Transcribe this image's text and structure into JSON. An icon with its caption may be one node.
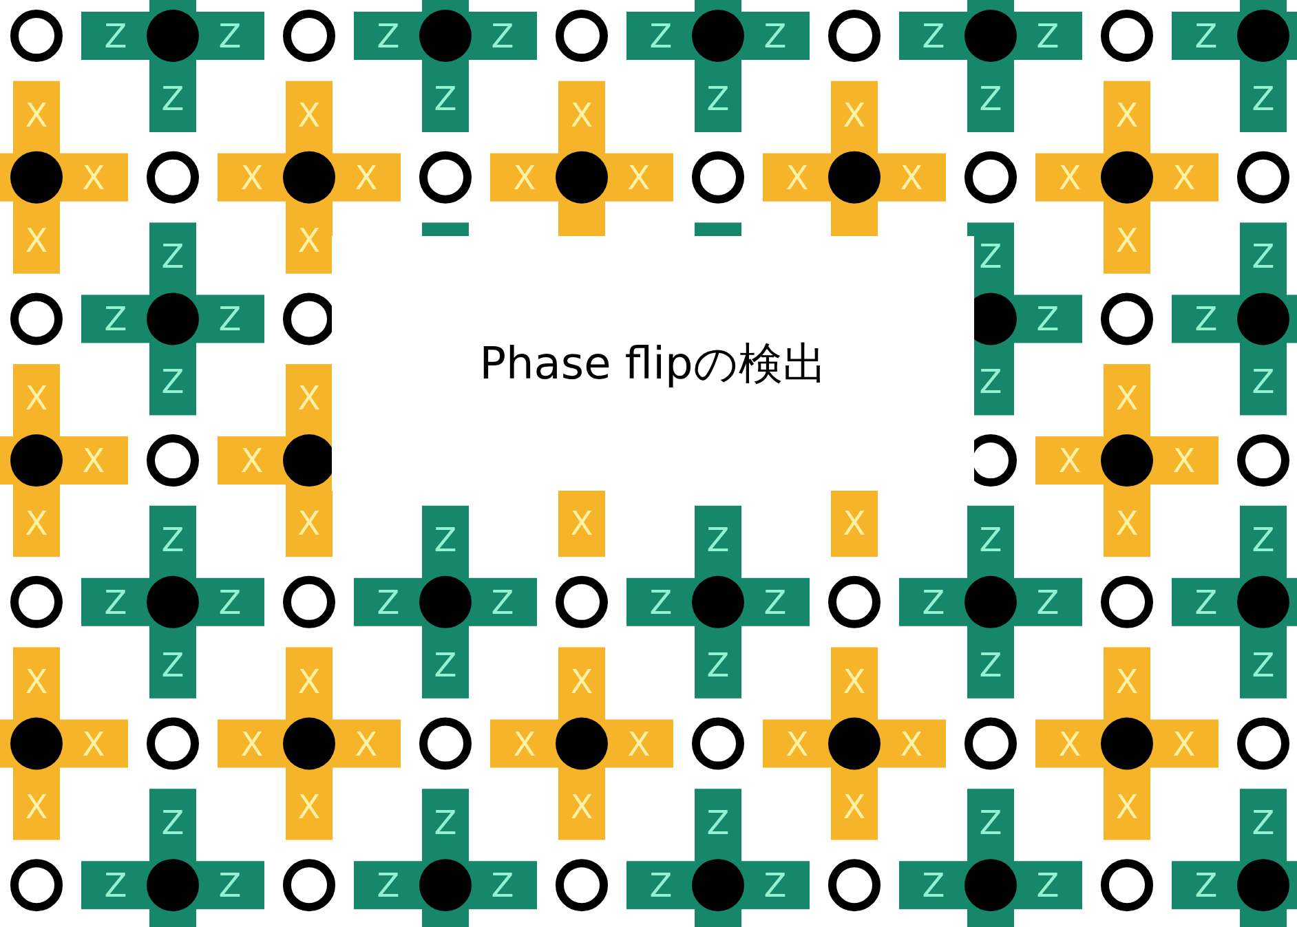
{
  "diagram": {
    "nodes": [
      {
        "text": [
          "Phase flipの検出"
        ]
      }
    ],
    "labels": [
      "Z",
      "Z",
      "Z",
      "Z",
      "Z",
      "Z",
      "Z",
      "Z",
      "Z",
      "Z",
      "Z",
      "Z",
      "Z",
      "Z",
      "X",
      "X",
      "X",
      "X",
      "X",
      "X",
      "X",
      "X",
      "X",
      "X",
      "X",
      "X",
      "X",
      "X",
      "X",
      "X",
      "X",
      "Z",
      "Z",
      "Z",
      "Z",
      "Z",
      "Z",
      "Z",
      "Z",
      "Z",
      "Z",
      "X",
      "X",
      "X",
      "X",
      "X",
      "X",
      "X",
      "X",
      "X",
      "X",
      "X",
      "X",
      "Z",
      "Z",
      "Z",
      "Z",
      "Z",
      "Z",
      "Z",
      "Z",
      "Z",
      "Z",
      "Z",
      "Z",
      "Z",
      "Z",
      "Z",
      "Z",
      "Z",
      "Z",
      "Z",
      "X",
      "X",
      "X",
      "X",
      "X",
      "X",
      "X",
      "X",
      "X",
      "X",
      "X",
      "X",
      "X",
      "X",
      "X",
      "X",
      "X",
      "X",
      "X",
      "Z",
      "Z",
      "Z",
      "Z",
      "Z",
      "Z",
      "Z",
      "Z",
      "Z",
      "Z",
      "Z",
      "Z",
      "Z",
      "Z"
    ]
  }
}
